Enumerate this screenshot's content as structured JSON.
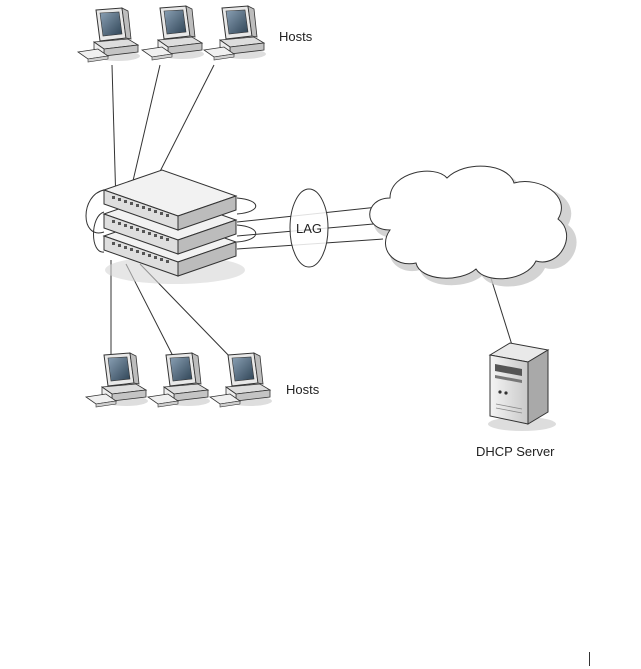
{
  "diagram": {
    "top_hosts_label": "Hosts",
    "bottom_hosts_label": "Hosts",
    "lag_label": "LAG",
    "server_label": "DHCP Server"
  },
  "colors": {
    "line": "#333333",
    "monitor_body": "#e6e6e6",
    "screen": "#4a5f72",
    "switch_top": "#eeeeee",
    "switch_front": "#dcdcdc",
    "cloud_shadow": "#c8c8c8"
  },
  "icons": [
    "desktop-computer-icon",
    "network-switch-icon",
    "cloud-icon",
    "tower-server-icon"
  ]
}
